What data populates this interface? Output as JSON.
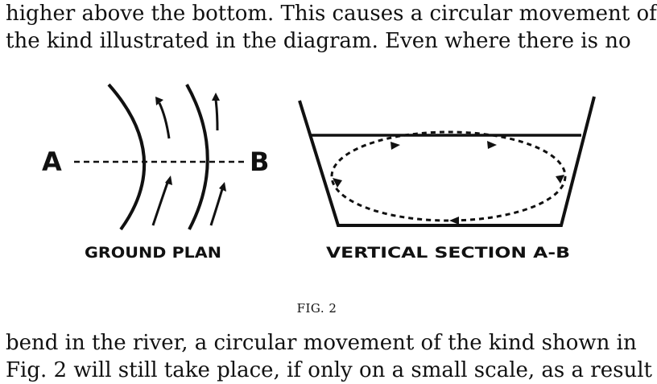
{
  "text": {
    "top_lines": [
      "higher above the bottom. This causes a circular movement of",
      "the kind illustrated in the diagram. Even where there is no"
    ],
    "bottom_lines": [
      "bend in the river, a circular movement of the kind shown in",
      "Fig. 2 will still take place, if only on a small scale, as a result"
    ]
  },
  "figure": {
    "left_panel": {
      "label_a": "A",
      "label_b": "B",
      "caption": "GROUND PLAN"
    },
    "right_panel": {
      "caption": "VERTICAL SECTION A-B"
    },
    "caption": "FIG. 2"
  }
}
